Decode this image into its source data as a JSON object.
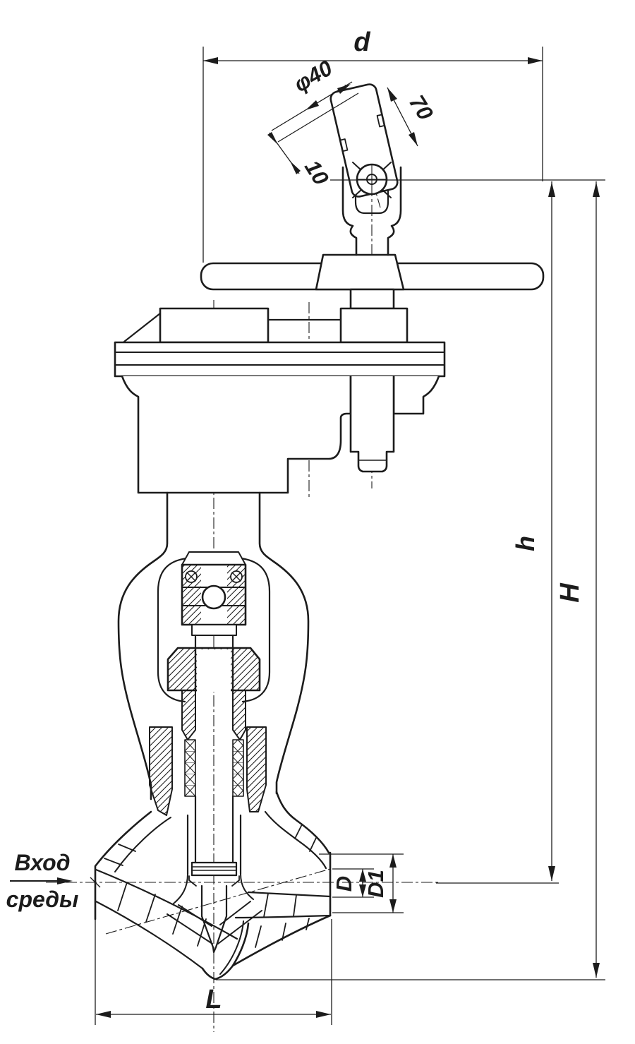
{
  "drawing": {
    "title": "valve-dimensional-drawing",
    "background_color": "#ffffff",
    "line_color": "#1c1c1c",
    "labels": {
      "dim_d": "d",
      "dim_phi40": "φ40",
      "dim_70": "70",
      "dim_10": "10",
      "dim_h": "h",
      "dim_H": "H",
      "dim_D": "D",
      "dim_D1": "D1",
      "dim_L": "L",
      "inlet_line1": "Вход",
      "inlet_line2": "среды"
    }
  }
}
